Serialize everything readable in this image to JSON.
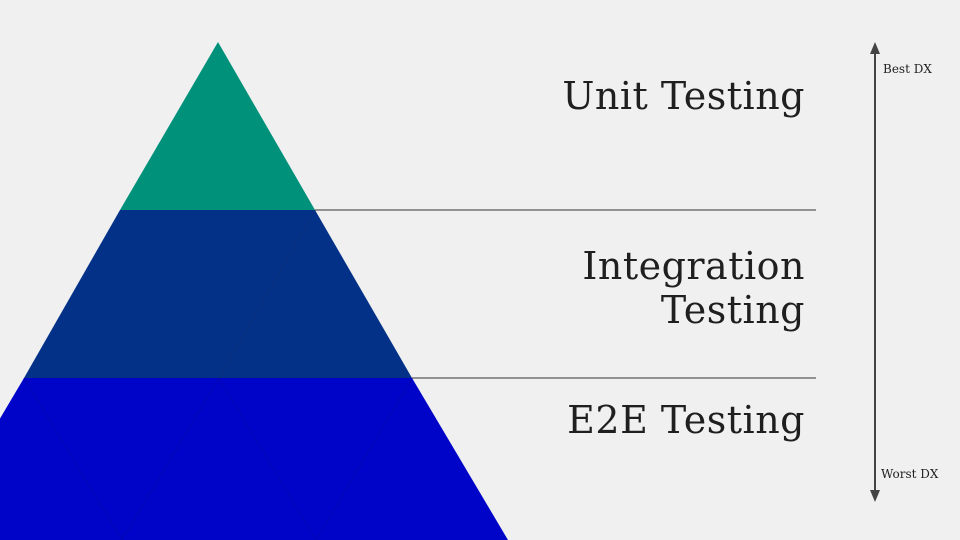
{
  "tiers": [
    {
      "label": "Unit Testing",
      "color": "#00917a"
    },
    {
      "label_line1": "Integration",
      "label_line2": "Testing",
      "color": "#033188"
    },
    {
      "label": "E2E Testing",
      "color": "#0004c8"
    }
  ],
  "axis": {
    "top_label": "Best DX",
    "bottom_label": "Worst DX",
    "color": "#444444"
  }
}
